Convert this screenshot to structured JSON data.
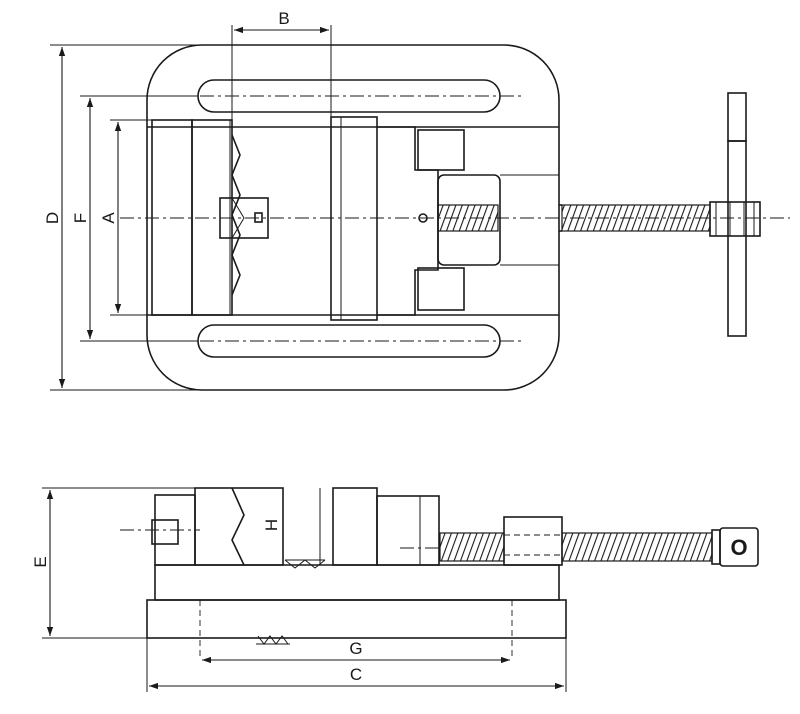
{
  "labels": {
    "a": "A",
    "b": "B",
    "c": "C",
    "d": "D",
    "e": "E",
    "f": "F",
    "g": "G",
    "h": "H",
    "o": "O"
  },
  "colors": {
    "ink": "#1a1a1a",
    "background": "#ffffff"
  }
}
